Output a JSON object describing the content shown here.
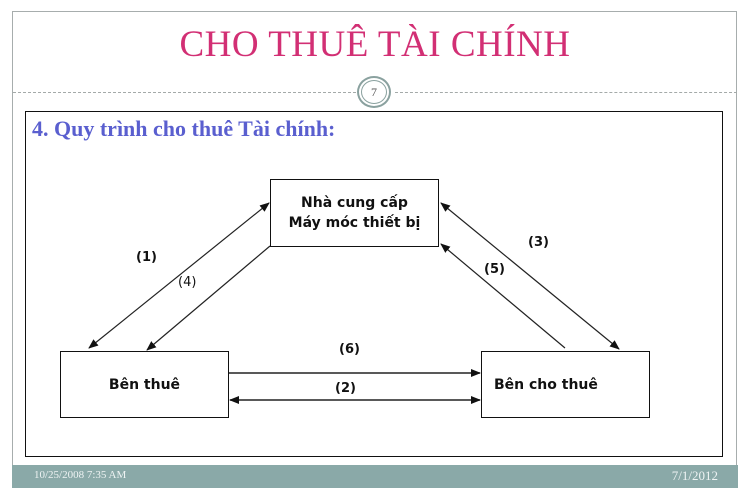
{
  "slide": {
    "title": "CHO THUÊ TÀI CHÍNH",
    "page_number": "7",
    "heading": "4. Quy trình cho thuê Tài chính:"
  },
  "diagram": {
    "nodes": {
      "supplier_line1": "Nhà cung cấp",
      "supplier_line2": "Máy móc thiết bị",
      "lessee": "Bên thuê",
      "lessor": "Bên cho thuê"
    },
    "edges": [
      {
        "label": "(1)",
        "from": "lessee",
        "to": "supplier",
        "direction": "both"
      },
      {
        "label": "(2)",
        "from": "lessee",
        "to": "lessor",
        "direction": "both"
      },
      {
        "label": "(3)",
        "from": "supplier",
        "to": "lessor",
        "direction": "both"
      },
      {
        "label": "(4)",
        "from": "supplier",
        "to": "lessee",
        "direction": "forward"
      },
      {
        "label": "(5)",
        "from": "lessor",
        "to": "supplier",
        "direction": "forward"
      },
      {
        "label": "(6)",
        "from": "lessee",
        "to": "lessor",
        "direction": "forward"
      }
    ]
  },
  "footer": {
    "left_datetime": "10/25/2008 7:35 AM",
    "right_date": "7/1/2012"
  },
  "colors": {
    "title": "#d22f74",
    "heading": "#5a5fcf",
    "footer_band": "#8aa9a8",
    "page_circle": "#8aa19f"
  }
}
